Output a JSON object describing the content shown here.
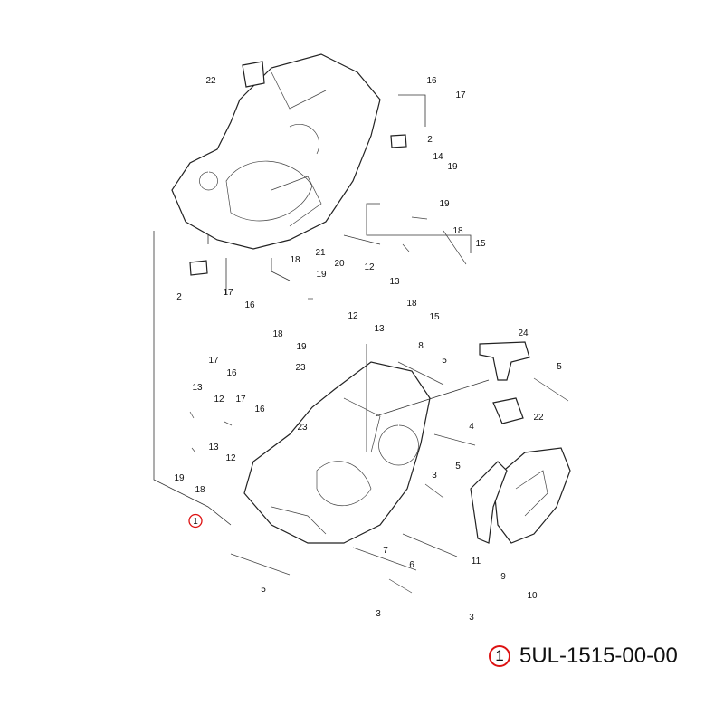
{
  "diagram": {
    "callouts": [
      "22",
      "16",
      "17",
      "2",
      "14",
      "19",
      "19",
      "18",
      "15",
      "21",
      "20",
      "12",
      "13",
      "18",
      "15",
      "2",
      "17",
      "18",
      "19",
      "16",
      "18",
      "19",
      "12",
      "13",
      "8",
      "24",
      "5",
      "5",
      "17",
      "16",
      "23",
      "17",
      "16",
      "13",
      "12",
      "22",
      "4",
      "5",
      "23",
      "13",
      "12",
      "19",
      "18",
      "3",
      "1",
      "7",
      "6",
      "11",
      "9",
      "10",
      "5",
      "3",
      "3"
    ],
    "highlight_color": "#dd1111"
  },
  "reference": {
    "index": "1",
    "part_number": "5UL-1515-00-00"
  }
}
